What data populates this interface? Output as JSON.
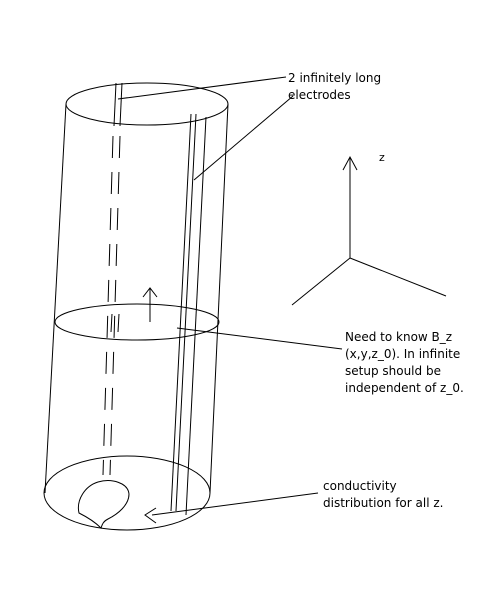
{
  "annotations": {
    "electrodes": [
      "2 infinitely long",
      "electrodes"
    ],
    "axis_z": "z",
    "need_to_know": [
      "Need to know B_z",
      "(x,y,z_0). In infinite",
      "setup should be",
      "independent of z_0."
    ],
    "conductivity": [
      "conductivity",
      "distribution for all z."
    ]
  },
  "colors": {
    "ink": "#000000",
    "background": "#ffffff"
  }
}
